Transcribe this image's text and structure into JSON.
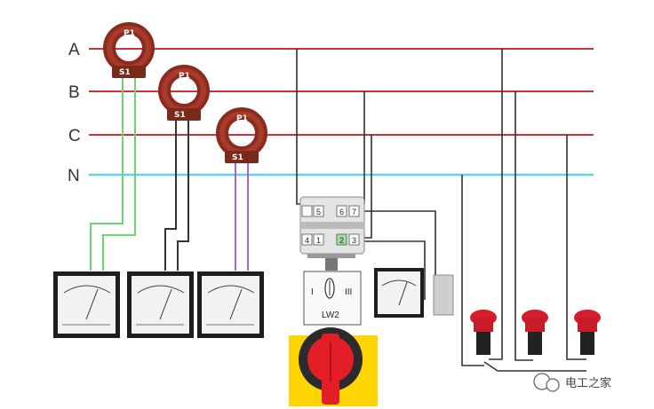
{
  "buses": [
    {
      "label": "A",
      "color": "#c8323c"
    },
    {
      "label": "B",
      "color": "#c8323c"
    },
    {
      "label": "C",
      "color": "#c8323c"
    },
    {
      "label": "N",
      "color": "#5fd3e0"
    }
  ],
  "ct_labels": {
    "primary": "P1",
    "secondary": "S1"
  },
  "ct_wire_colors": [
    "#6bd86b",
    "#333333",
    "#b060c8"
  ],
  "switch": {
    "label": "LW2",
    "terminals_top": [
      "5",
      "6",
      "7"
    ],
    "terminals_bottom": [
      "4",
      "1",
      "2",
      "3"
    ],
    "positions": [
      "I",
      "III"
    ]
  },
  "icons": {
    "ammeter": "analog-panel-ammeter-icon",
    "voltmeter": "analog-panel-voltmeter-icon",
    "indicator": "red-indicator-lamp-icon",
    "rotary": "rotary-selector-switch-icon"
  },
  "watermark": {
    "text": "电工之家"
  }
}
